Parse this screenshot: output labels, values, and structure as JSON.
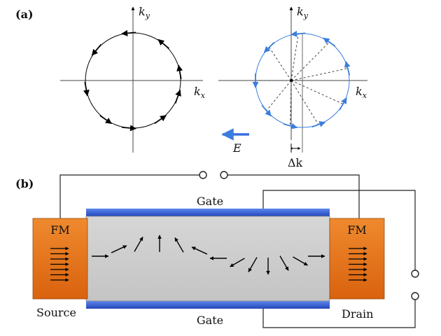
{
  "panels": {
    "a": {
      "label": "(a)"
    },
    "b": {
      "label": "(b)"
    }
  },
  "axes": {
    "left": {
      "ky": "k",
      "ky_sub": "y",
      "kx": "k",
      "kx_sub": "x"
    },
    "right": {
      "ky": "k",
      "ky_sub": "y",
      "kx": "k",
      "kx_sub": "x"
    }
  },
  "field_label": "E",
  "delta_k_label": "Δk",
  "device": {
    "gate_top": "Gate",
    "gate_bottom": "Gate",
    "fm_left": "FM",
    "fm_right": "FM",
    "source": "Source",
    "drain": "Drain"
  },
  "colors": {
    "fm": "#e8731a",
    "gate": "#3a62d6",
    "channel": "#cccccc",
    "shifted_circle": "#3b7ddd",
    "arrow_field": "#3b6fe0"
  }
}
